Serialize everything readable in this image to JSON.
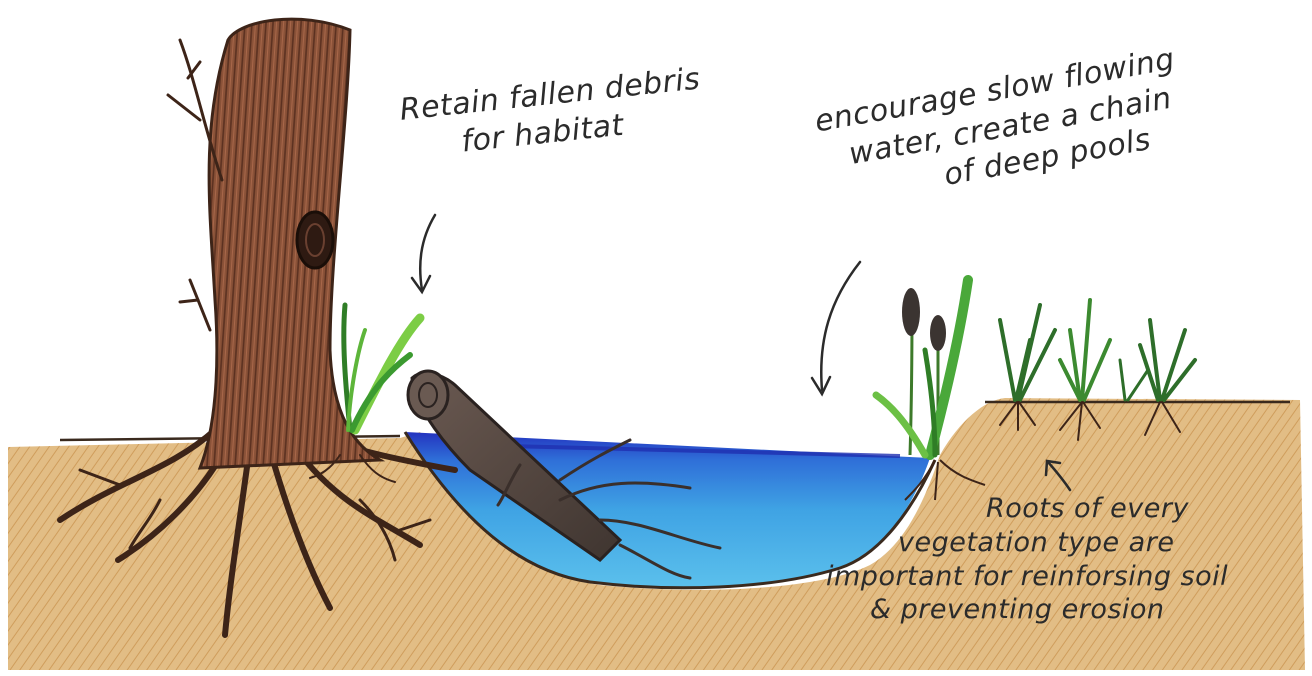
{
  "colors": {
    "soil": "#ddb57a",
    "soil_dark": "#c69552",
    "bark": "#7a4a32",
    "bark_dark": "#3d2418",
    "water": "#3fa6e6",
    "water_deep": "#2438c4",
    "grass": "#4aa83a",
    "grass_light": "#8fd14a",
    "ink": "#2b2b2b"
  },
  "annotations": {
    "debris": [
      "Retain fallen debris",
      "for habitat"
    ],
    "water": [
      "encourage slow flowing",
      "water, create a chain",
      "of deep pools"
    ],
    "roots": [
      "Roots of every",
      "vegetation type are",
      "important for reinforsing soil",
      "& preventing erosion"
    ]
  }
}
